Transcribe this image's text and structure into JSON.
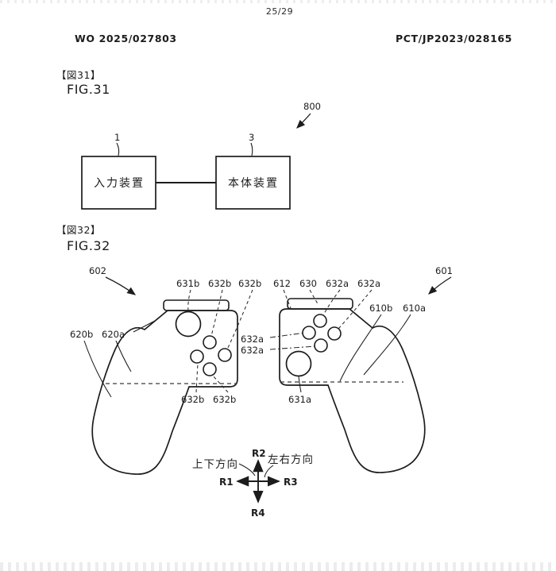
{
  "page": {
    "page_number": "25/29",
    "publication_number": "WO 2025/027803",
    "application_number": "PCT/JP2023/028165"
  },
  "fig31": {
    "tag": "【図31】",
    "caption": "FIG.31",
    "system_ref": "800",
    "input_box": {
      "ref": "1",
      "label": "入力装置"
    },
    "main_box": {
      "ref": "3",
      "label": "本体装置"
    }
  },
  "fig32": {
    "tag": "【図32】",
    "caption": "FIG.32",
    "left_controller_ref": "602",
    "right_controller_ref": "601",
    "top_labels": [
      "631b",
      "632b",
      "632b",
      "612",
      "630",
      "632a",
      "632a"
    ],
    "right_labels": [
      "610b",
      "610a"
    ],
    "left_labels": [
      "620b",
      "620a"
    ],
    "middle_labels": [
      "632a",
      "632a"
    ],
    "bottom_left_labels": [
      "632b",
      "632b"
    ],
    "stick_right_ref": "631a",
    "compass": {
      "up": "R2",
      "left": "R1",
      "right": "R3",
      "down": "R4",
      "vertical_axis_label": "上下方向",
      "horizontal_axis_label": "左右方向"
    }
  },
  "colors": {
    "ink": "#1c1c1c",
    "background": "#ffffff"
  }
}
